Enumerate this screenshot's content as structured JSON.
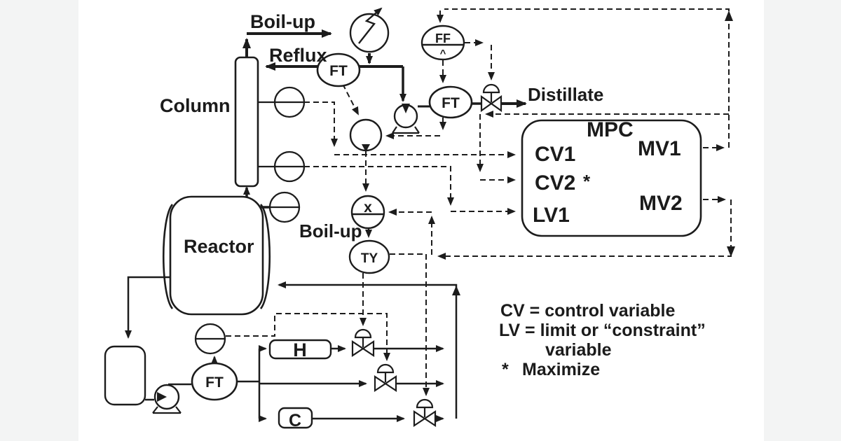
{
  "colors": {
    "ink": "#1c1c1c",
    "canvas": "#ffffff",
    "margin": "#f3f4f4"
  },
  "labels": {
    "boilup_top": "Boil-up",
    "reflux": "Reflux",
    "column": "Column",
    "reactor": "Reactor",
    "boilup_bottom": "Boil-up",
    "distillate": "Distillate"
  },
  "instruments": {
    "ft_reflux": "FT",
    "ft_distillate": "FT",
    "ft_bottoms": "FT",
    "ff": "FF",
    "ff_caret": "^",
    "ty": "TY",
    "multiplier": "x",
    "heater": "H",
    "cooler": "C"
  },
  "mpc": {
    "title": "MPC",
    "inputs": [
      "CV1",
      "CV2",
      "LV1"
    ],
    "cv2_flag": "*",
    "outputs": [
      "MV1",
      "MV2"
    ]
  },
  "legend": {
    "line1": "CV = control variable",
    "line2": "LV = limit or “constraint”",
    "line3": "variable",
    "line4_bullet": "*",
    "line4_text": "Maximize"
  }
}
